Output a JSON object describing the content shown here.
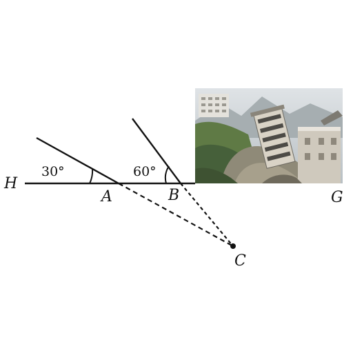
{
  "diagram": {
    "points": {
      "H": "H",
      "A": "A",
      "B": "B",
      "C": "C",
      "G": "G"
    },
    "angles": {
      "at_A": "30°",
      "at_B": "60°"
    },
    "photo": {
      "subject": "collapsed-building-photo"
    },
    "colors": {
      "ink": "#111111",
      "sky": "#c9cfd3",
      "rubble": "#8f8a78",
      "vegetation": "#4f6b3c",
      "building": "#cfc9bd"
    }
  }
}
